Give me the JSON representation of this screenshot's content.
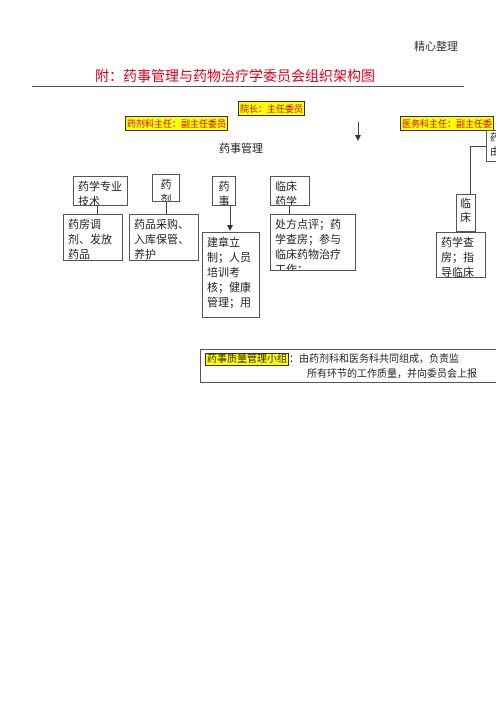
{
  "header_note": "精心整理",
  "title": "附：药事管理与药物治疗学委员会组织架构图",
  "top_roles": {
    "president": "院长：主任委员",
    "pharmacy_director": "药剂科主任：副主任委员",
    "medical_director": "医务科主任：副主任委"
  },
  "office": "药事管理",
  "clipped_right_box": "药\n由",
  "columns": [
    {
      "title": "药学专业技术",
      "detail": "药房调剂、发放药品"
    },
    {
      "title": "药剂",
      "detail": "药品采购、入库保管、养护"
    },
    {
      "title": "药事",
      "detail": "建章立制；人员培训考核；健康管理；用"
    },
    {
      "title": "临床药学",
      "detail": "处方点评；药学查房；参与临床药物治疗工作；"
    },
    {
      "title": "临床",
      "detail": "药学查房；指导临床"
    }
  ],
  "quality": {
    "label": "药事质量管理小组",
    "line1": "：由药剂科和医务科共同组成，负责监",
    "line2": "所有环节的工作质量，并向委员会上报"
  }
}
